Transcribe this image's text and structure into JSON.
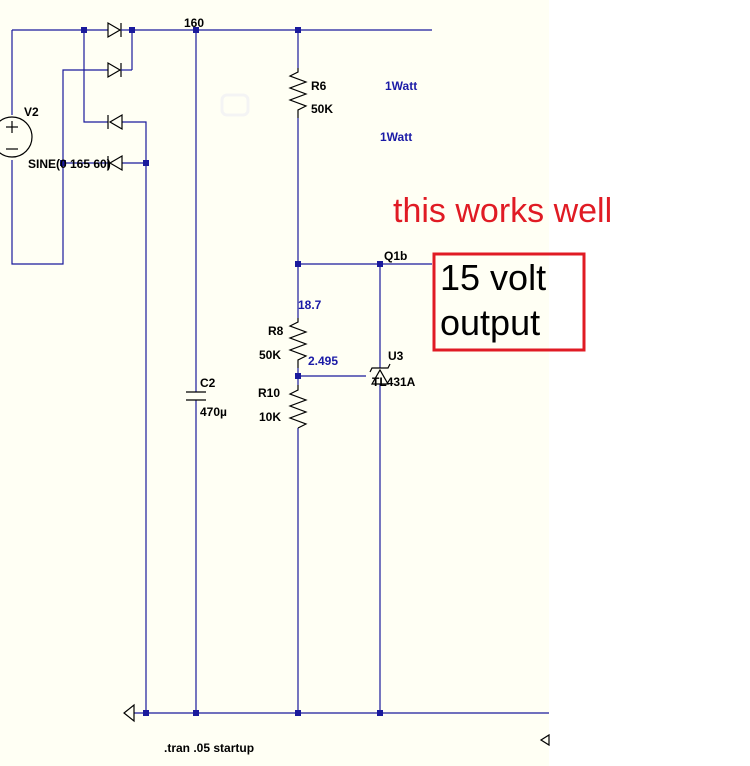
{
  "labels": {
    "node_160": "160",
    "v2_name": "V2",
    "v2_value": "SINE(0 165 60)",
    "r6_name": "R6",
    "r6_value": "50K",
    "r8_name": "R8",
    "r8_value": "50K",
    "r10_name": "R10",
    "r10_value": "10K",
    "c2_name": "C2",
    "c2_value": "470µ",
    "q1b": "Q1b",
    "u3_name": "U3",
    "u3_value": "TL431A",
    "node_18_7": "18.7",
    "node_2_495": "2.495",
    "watt1": "1Watt",
    "watt2": "1Watt",
    "tran": ".tran .05 startup"
  },
  "annotations": {
    "works_note": "this works well",
    "output_line1": "15 volt",
    "output_line2": "output"
  },
  "colors": {
    "wire": "#1a1a9c",
    "net_label": "#1a1aa6",
    "note": "#e01b24",
    "box_border": "#e01b24"
  }
}
